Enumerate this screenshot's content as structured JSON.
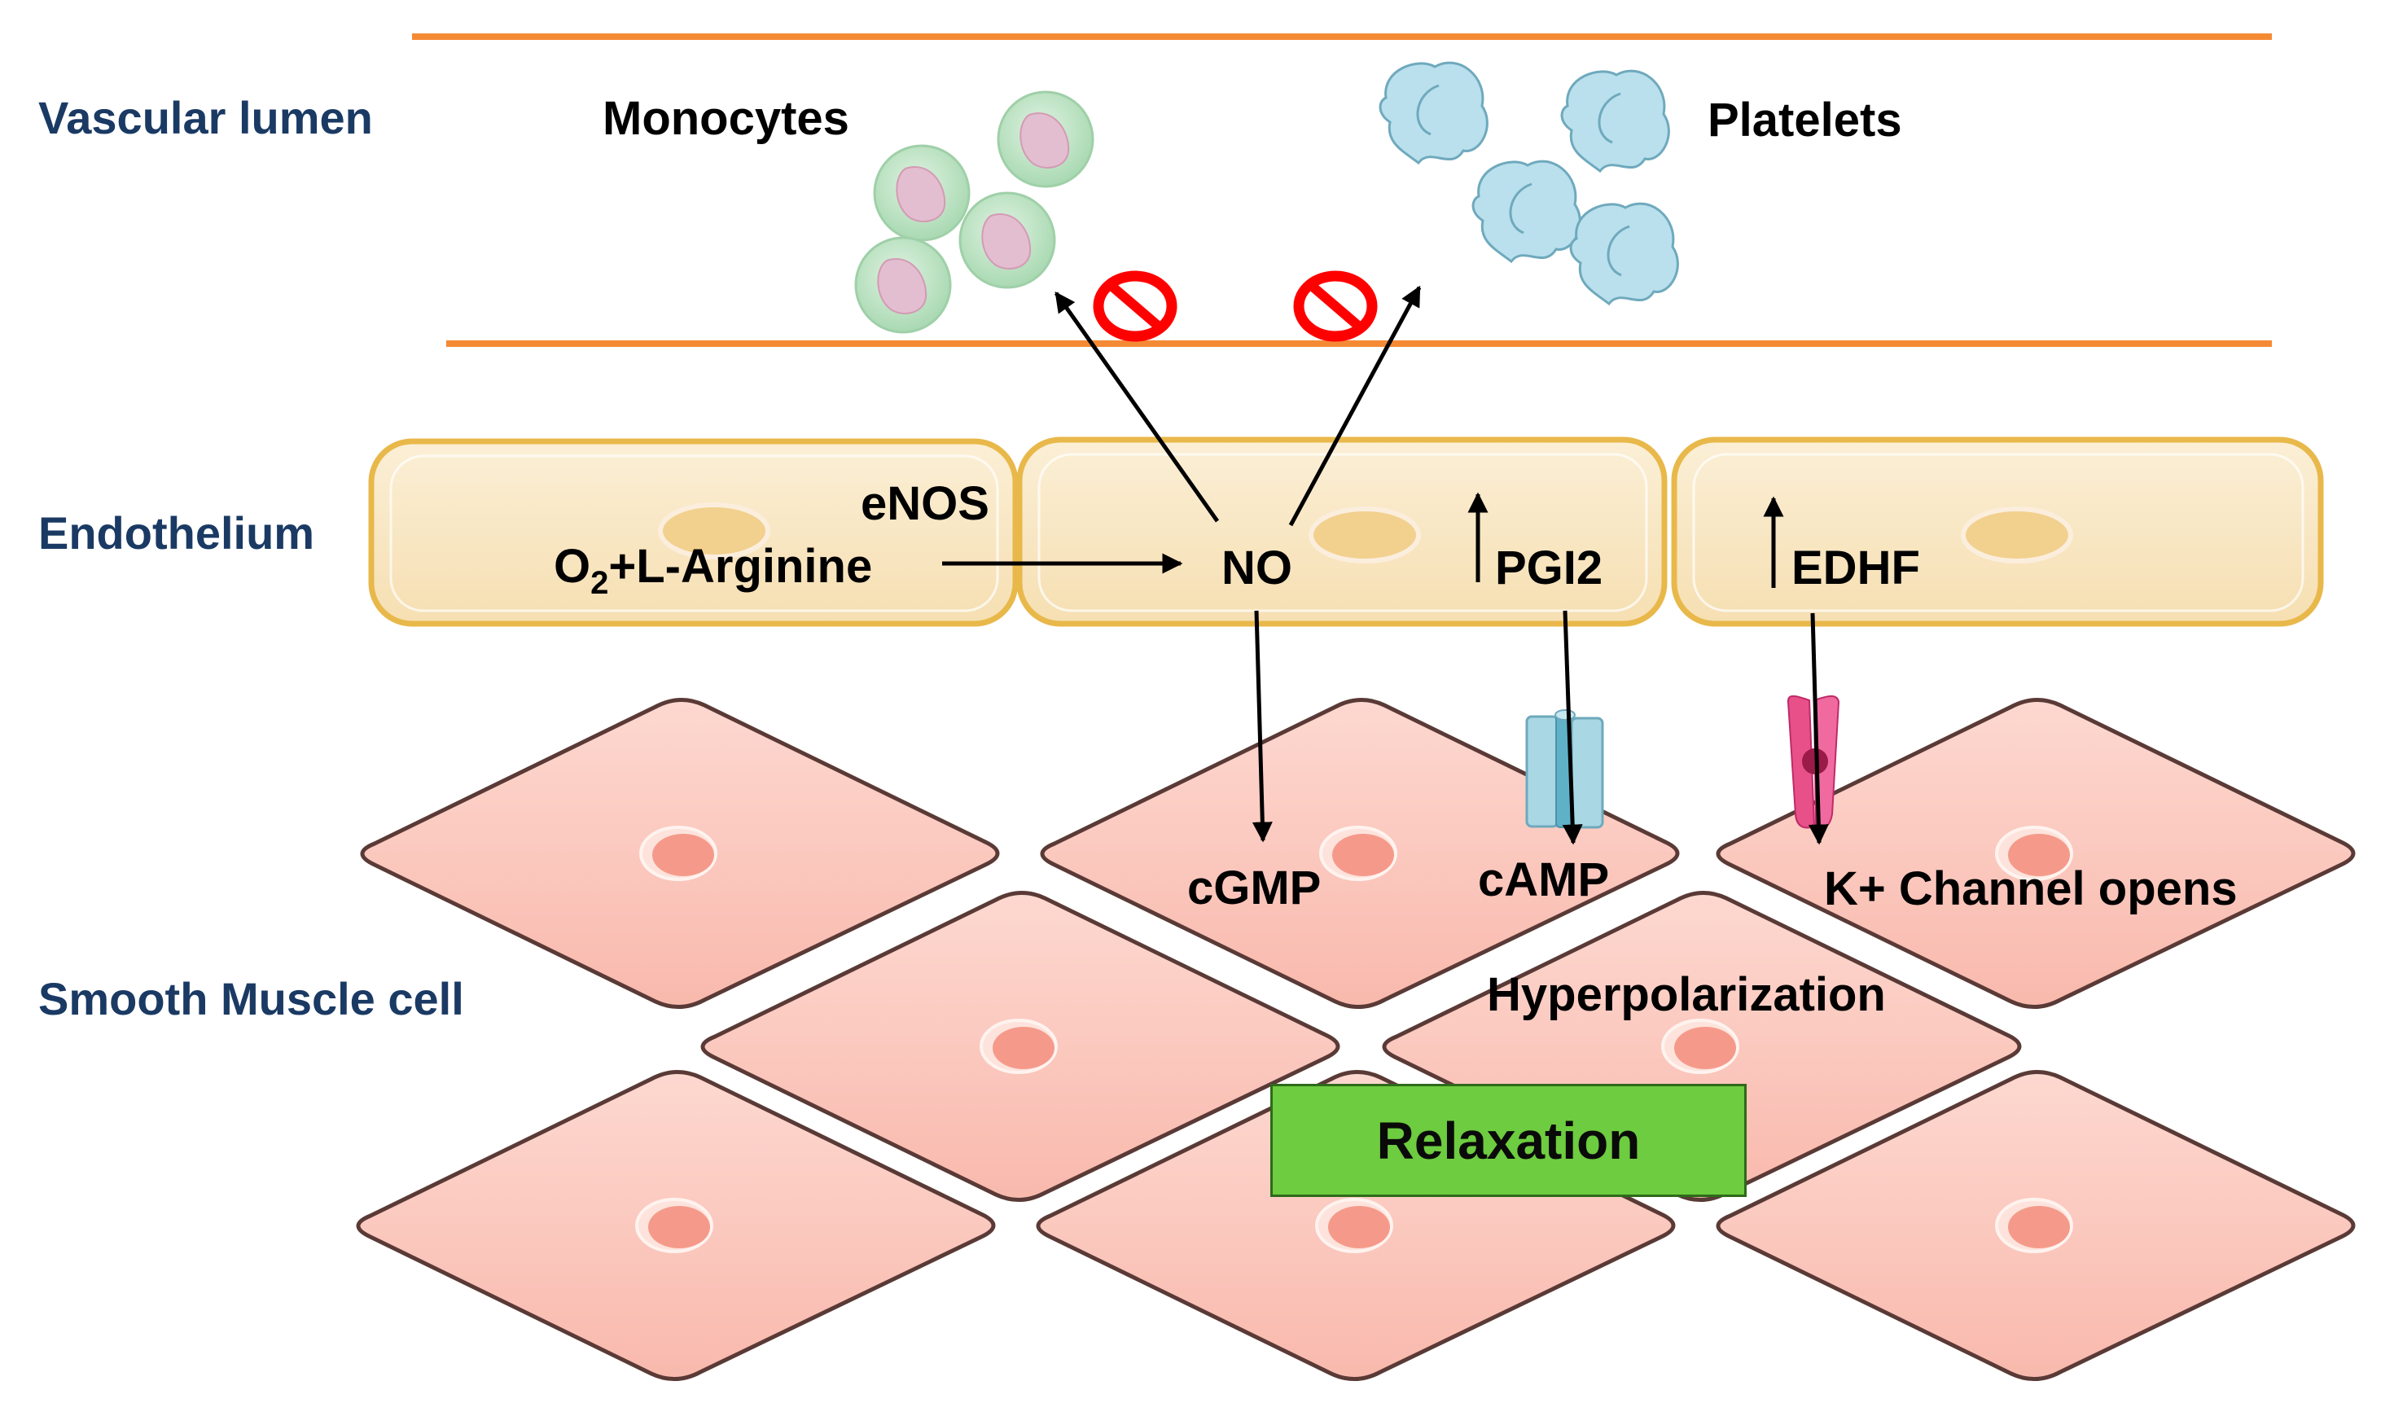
{
  "colors": {
    "lumen_border": "#f58a34",
    "region_label": "#1a3a64",
    "endothelial_fill": "#f8e6c4",
    "endothelial_stroke": "#e8b84a",
    "smooth_muscle_fill": "#fcc6bc",
    "smooth_muscle_stroke": "#5a3a36",
    "nucleus_muscle": "#f59a8a",
    "nucleus_endothelial": "#f2d08e",
    "monocyte_fill": "#bfe3c4",
    "monocyte_nucleus": "#e3bed0",
    "platelet_fill": "#b9e0ec",
    "inhibit_red": "#ff0000",
    "relaxation_fill": "#6dcc3f",
    "gpcr_fill": "#a9d8e4",
    "k_channel_fill": "#e8508a"
  },
  "regions": {
    "vascular_lumen": "Vascular lumen",
    "endothelium": "Endothelium",
    "smooth_muscle": "Smooth Muscle cell"
  },
  "lumen": {
    "monocytes_label": "Monocytes",
    "platelets_label": "Platelets"
  },
  "endothelium": {
    "enos_label": "eNOS",
    "substrate_main": "O",
    "substrate_sub": "2",
    "substrate_rest": "+L-Arginine",
    "no_label": "NO",
    "pgi2_label": "PGI2",
    "edhf_label": "EDHF"
  },
  "smooth_muscle": {
    "cgmp_label": "cGMP",
    "camp_label": "cAMP",
    "k_channel_label": "K+ Channel opens",
    "hyperpolarization_label": "Hyperpolarization",
    "relaxation_label": "Relaxation"
  },
  "pathway_edges": [
    {
      "from": "O2+L-Arginine",
      "to": "NO",
      "via": "eNOS"
    },
    {
      "from": "NO",
      "to": "Monocytes",
      "effect": "inhibit"
    },
    {
      "from": "NO",
      "to": "Platelets",
      "effect": "inhibit"
    },
    {
      "from": "NO",
      "to": "cGMP"
    },
    {
      "from": "PGI2",
      "to": "cAMP"
    },
    {
      "from": "EDHF",
      "to": "K+ Channel opens"
    },
    {
      "from": "PGI2",
      "effect": "increase"
    },
    {
      "from": "EDHF",
      "effect": "increase"
    }
  ]
}
